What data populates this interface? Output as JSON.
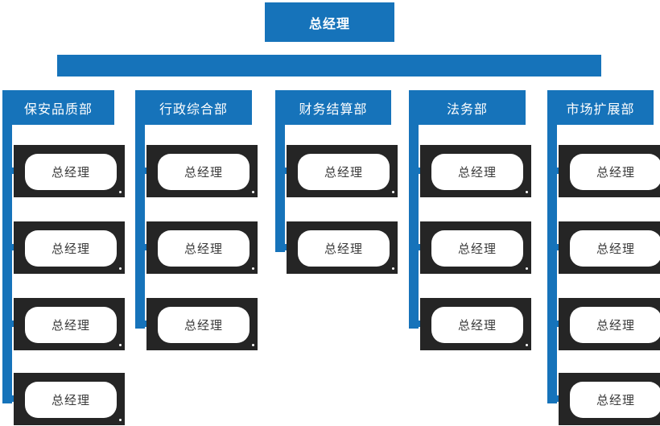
{
  "colors": {
    "accent": "#1673BA",
    "node_dark": "#252525",
    "root_text": "#ffffff",
    "header_text": "#ffffff",
    "child_text": "#3a3a3a"
  },
  "root": {
    "label": "总经理"
  },
  "departments": [
    {
      "name": "保安品质部",
      "children": [
        "总经理",
        "总经理",
        "总经理",
        "总经理"
      ]
    },
    {
      "name": "行政综合部",
      "children": [
        "总经理",
        "总经理",
        "总经理"
      ]
    },
    {
      "name": "财务结算部",
      "children": [
        "总经理",
        "总经理"
      ]
    },
    {
      "name": "法务部",
      "children": [
        "总经理",
        "总经理",
        "总经理"
      ]
    },
    {
      "name": "市场扩展部",
      "children": [
        "总经理",
        "总经理",
        "总经理",
        "总经理"
      ]
    }
  ]
}
